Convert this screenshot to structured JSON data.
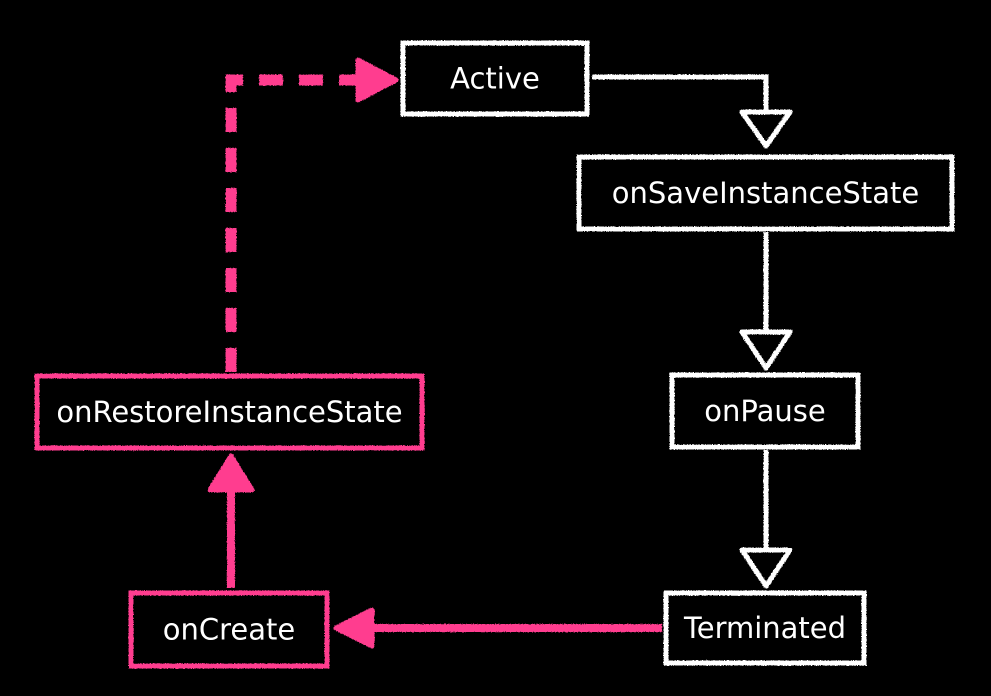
{
  "colors": {
    "background": "#000000",
    "primary_stroke": "#ffffff",
    "accent_stroke": "#ff3d8f",
    "text": "#ffffff"
  },
  "nodes": {
    "active": {
      "label": "Active",
      "style": "white"
    },
    "on_save_instance_state": {
      "label": "onSaveInstanceState",
      "style": "white"
    },
    "on_pause": {
      "label": "onPause",
      "style": "white"
    },
    "terminated": {
      "label": "Terminated",
      "style": "white"
    },
    "on_create": {
      "label": "onCreate",
      "style": "accent"
    },
    "on_restore_instance_state": {
      "label": "onRestoreInstanceState",
      "style": "accent"
    }
  },
  "edges": [
    {
      "from": "active",
      "to": "on_save_instance_state",
      "style": "white-solid"
    },
    {
      "from": "on_save_instance_state",
      "to": "on_pause",
      "style": "white-solid"
    },
    {
      "from": "on_pause",
      "to": "terminated",
      "style": "white-solid"
    },
    {
      "from": "terminated",
      "to": "on_create",
      "style": "accent-solid"
    },
    {
      "from": "on_create",
      "to": "on_restore_instance_state",
      "style": "accent-solid"
    },
    {
      "from": "on_restore_instance_state",
      "to": "active",
      "style": "accent-dashed"
    }
  ]
}
